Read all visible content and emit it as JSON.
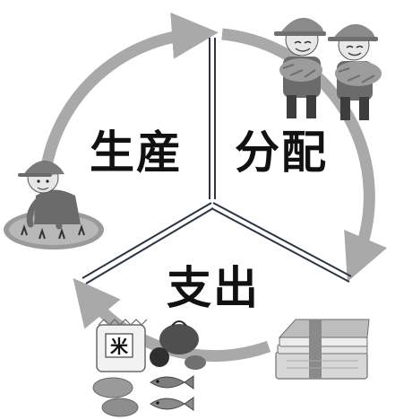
{
  "diagram": {
    "segments": [
      {
        "id": "production",
        "label": "生産",
        "icon": "farmer-planting-illustration"
      },
      {
        "id": "distribution",
        "label": "分配",
        "icon": "farmers-holding-harvest-illustration"
      },
      {
        "id": "expenditure",
        "label": "支出",
        "icon": "rice-bag-vegetables-fish-money-illustration"
      }
    ],
    "rice_bag_mark": "米",
    "colors": {
      "cycle_arrow": "#a9a9a9",
      "divider": "#2e3440",
      "label_text": "#111111"
    }
  }
}
